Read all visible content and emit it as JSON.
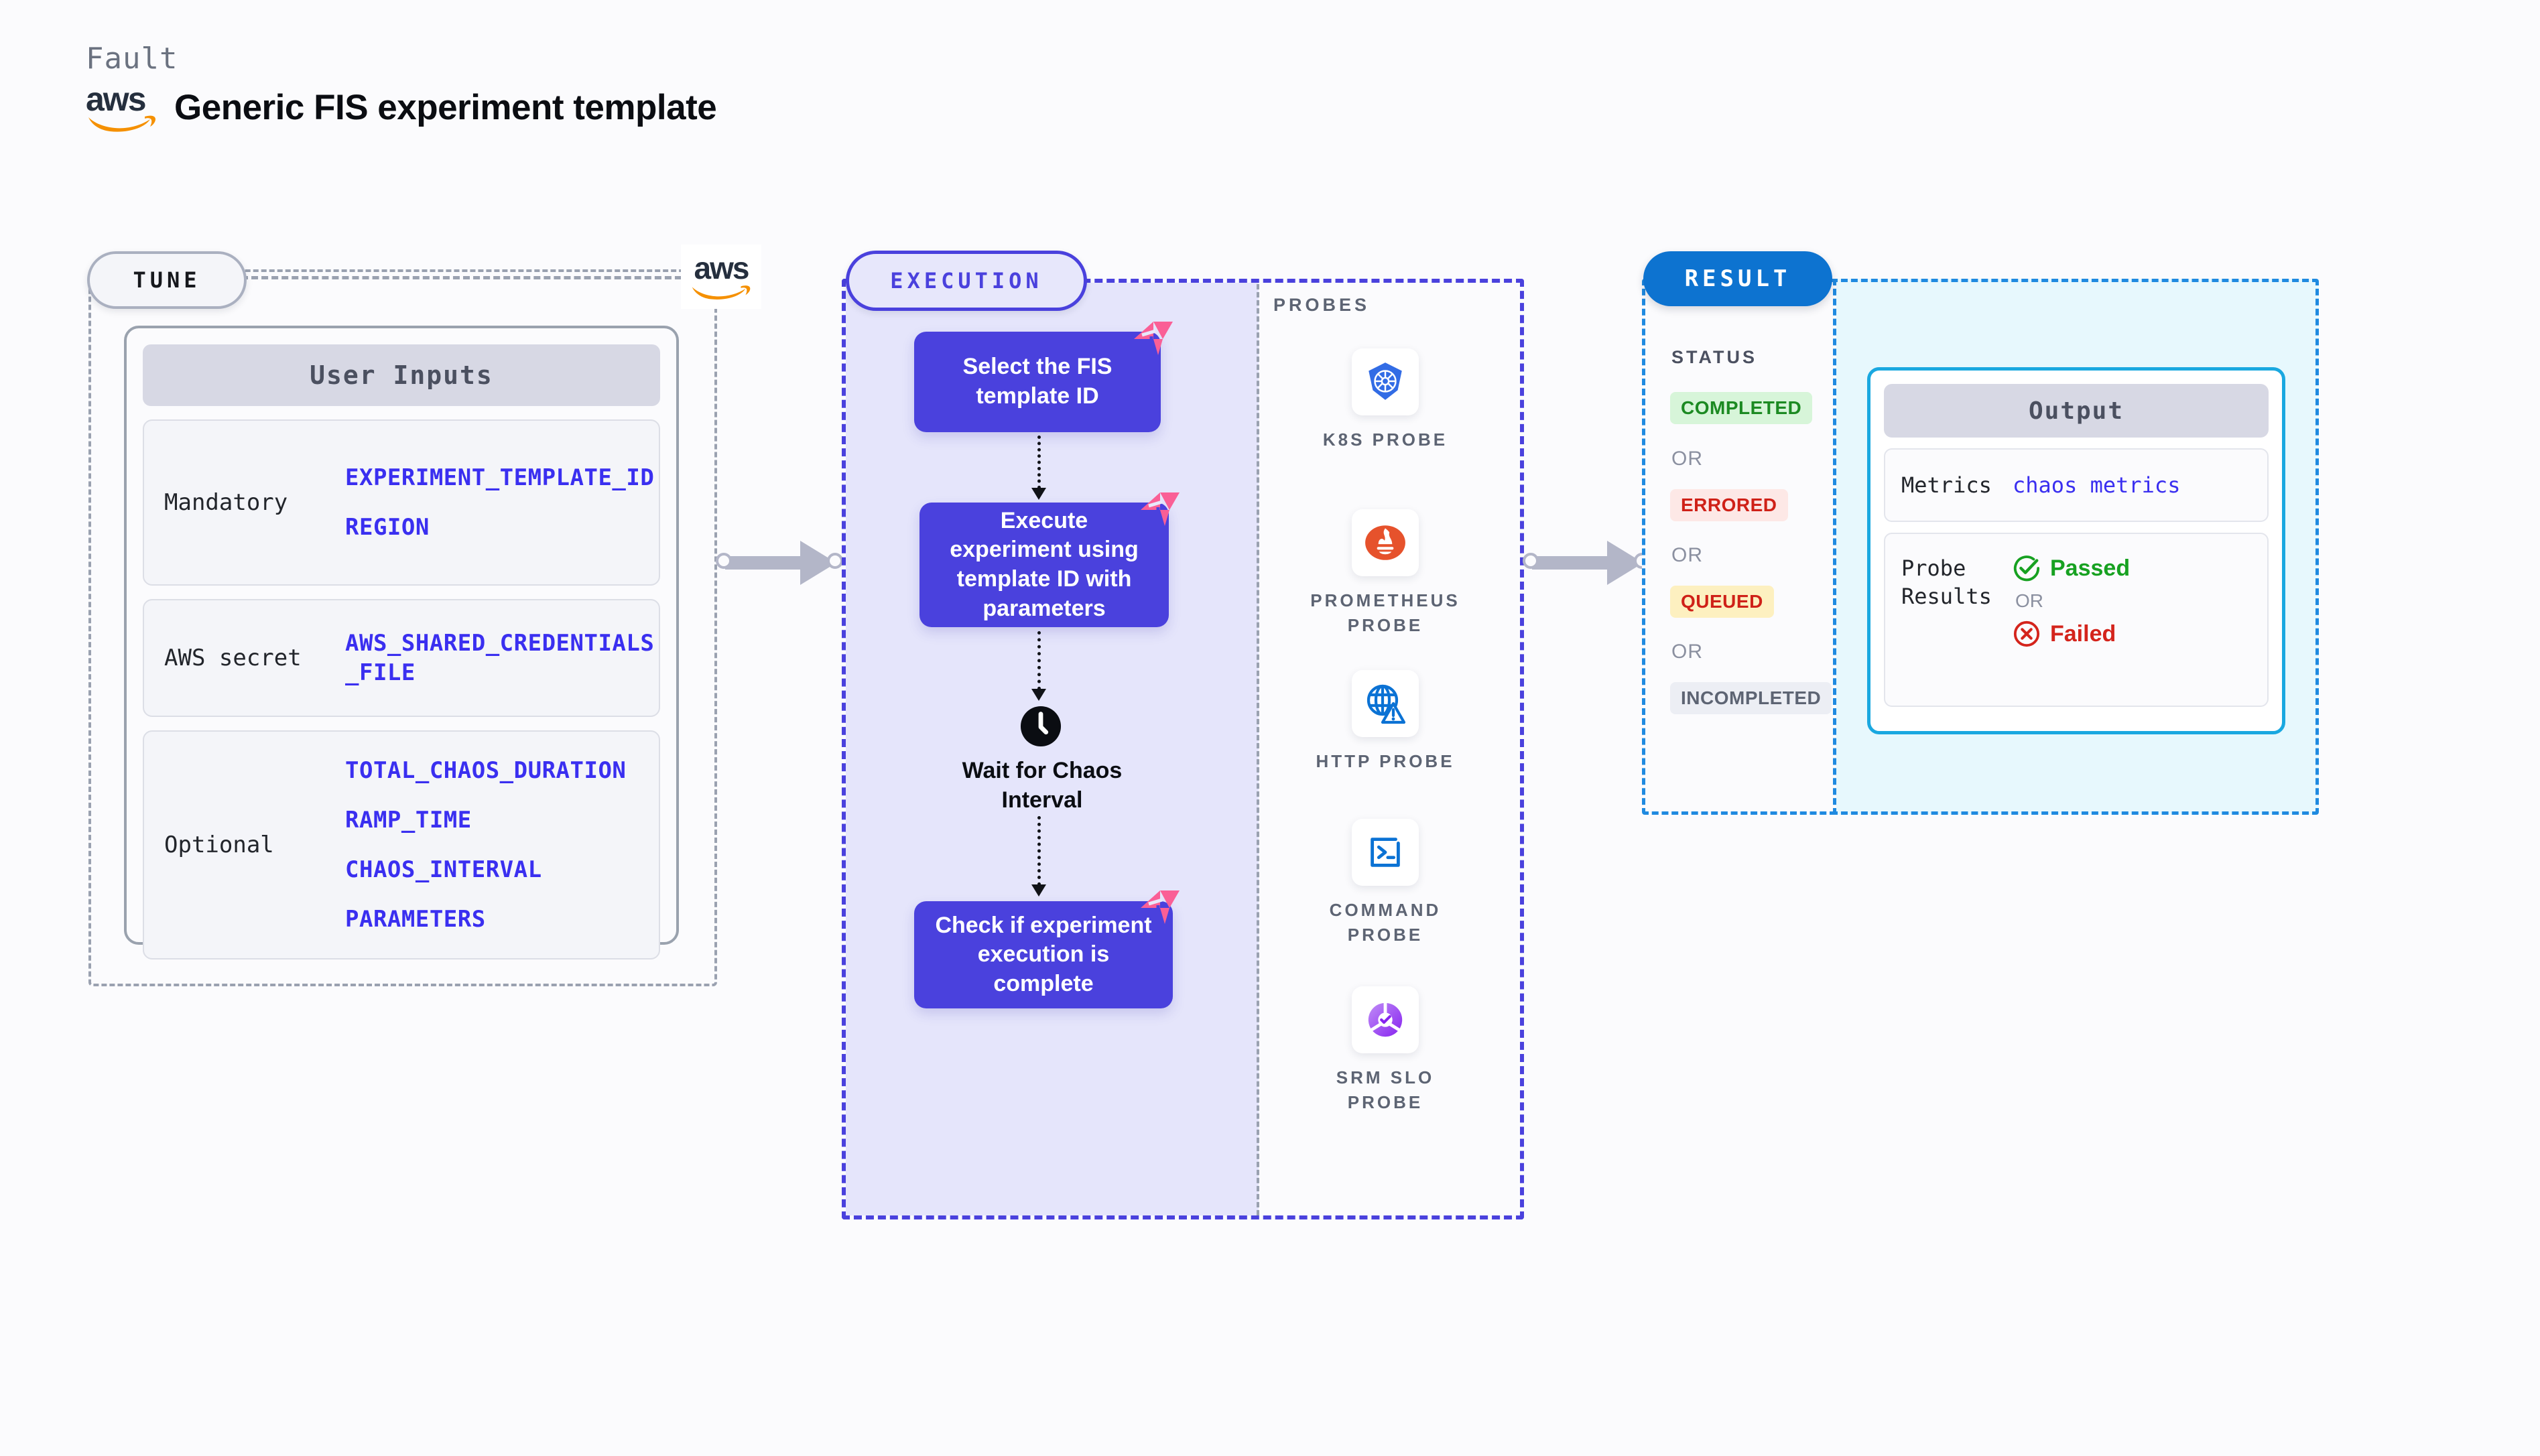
{
  "header": {
    "eyebrow": "Fault",
    "logo_text": "aws",
    "title": "Generic FIS experiment template"
  },
  "tune": {
    "label": "TUNE",
    "card_title": "User Inputs",
    "aws_badge_text": "aws",
    "groups": [
      {
        "label": "Mandatory",
        "values": [
          "EXPERIMENT_TEMPLATE_ID",
          "REGION"
        ]
      },
      {
        "label": "AWS secret",
        "values": [
          "AWS_SHARED_CREDENTIALS",
          "_FILE"
        ]
      },
      {
        "label": "Optional",
        "values": [
          "TOTAL_CHAOS_DURATION",
          "RAMP_TIME",
          "CHAOS_INTERVAL",
          "PARAMETERS"
        ]
      }
    ]
  },
  "execution": {
    "label": "EXECUTION",
    "steps": [
      {
        "text": "Select the FIS template ID"
      },
      {
        "text": "Execute experiment using template ID with parameters"
      },
      {
        "text": "Wait for Chaos Interval"
      },
      {
        "text": "Check if experiment execution is complete"
      }
    ],
    "probes_label": "PROBES",
    "probes": [
      {
        "icon": "kubernetes-icon",
        "caption": "K8S PROBE"
      },
      {
        "icon": "prometheus-icon",
        "caption": "PROMETHEUS PROBE"
      },
      {
        "icon": "http-globe-warning-icon",
        "caption": "HTTP PROBE"
      },
      {
        "icon": "command-terminal-icon",
        "caption": "COMMAND PROBE"
      },
      {
        "icon": "srm-slo-icon",
        "caption": "SRM SLO PROBE"
      }
    ]
  },
  "result": {
    "label": "RESULT",
    "status_label": "STATUS",
    "or_text": "OR",
    "statuses": [
      {
        "text": "COMPLETED",
        "bg": "#d7f5d9",
        "fg": "#1c8a22"
      },
      {
        "text": "ERRORED",
        "bg": "#fde8e6",
        "fg": "#cf2118"
      },
      {
        "text": "QUEUED",
        "bg": "#fdf0c0",
        "fg": "#cf2118"
      },
      {
        "text": "INCOMPLETED",
        "bg": "#eceef4",
        "fg": "#5d6473"
      }
    ],
    "output": {
      "title": "Output",
      "metrics_label": "Metrics",
      "metrics_value": "chaos metrics",
      "probe_results_label": "Probe Results",
      "passed_text": "Passed",
      "failed_text": "Failed",
      "or_text": "OR"
    }
  },
  "colors": {
    "purple": "#4a41dd",
    "purple_fill": "#e5e5fb",
    "blue": "#0d73d0",
    "cyan": "#1aa8e0",
    "cyan_fill": "#e7f8fd",
    "pink": "#fa5f96",
    "gray_dash": "#9aa1b0",
    "var_blue": "#3a2ff0",
    "aws_orange": "#f59000",
    "page_bg": "#fbfbfd"
  }
}
